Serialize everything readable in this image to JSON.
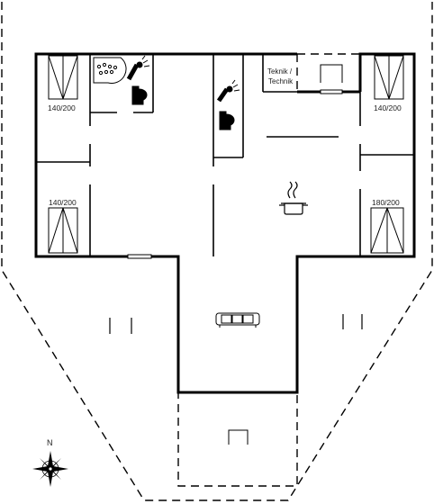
{
  "plan": {
    "bed_labels": {
      "top_left": "140/200",
      "top_right": "140/200",
      "bottom_left": "140/200",
      "bottom_right": "180/200"
    },
    "utility_room_label_line1": "Teknik /",
    "utility_room_label_line2": "Technik",
    "north_label": "N",
    "line_color": "#000000",
    "background_color": "#ffffff"
  }
}
